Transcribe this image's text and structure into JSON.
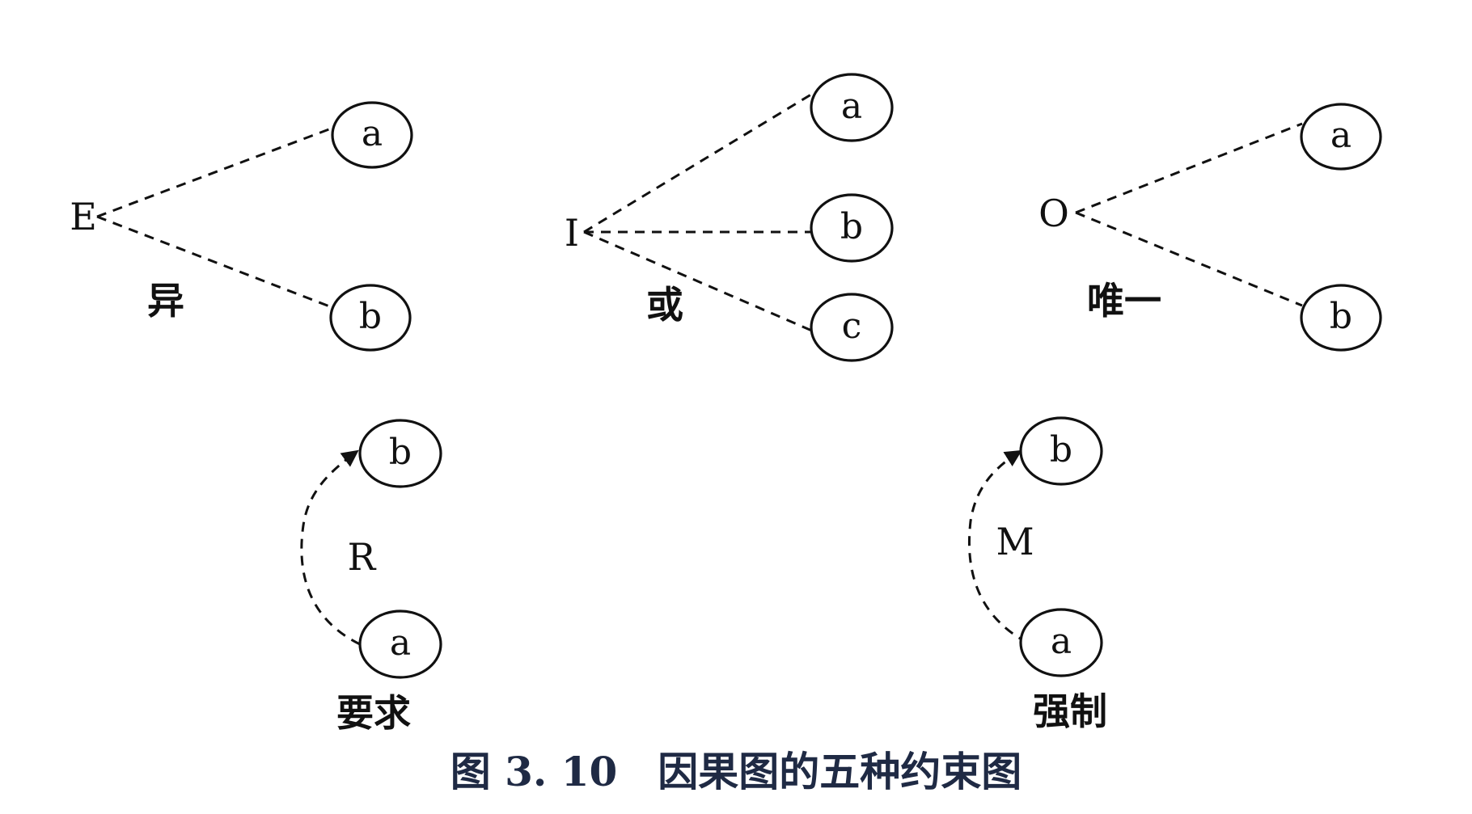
{
  "caption": "图 3. 10　因果图的五种约束图",
  "constraints": {
    "exclusive": {
      "symbol": "E",
      "label": "异",
      "nodes": [
        "a",
        "b"
      ]
    },
    "inclusive": {
      "symbol": "I",
      "label": "或",
      "nodes": [
        "a",
        "b",
        "c"
      ]
    },
    "one": {
      "symbol": "O",
      "label": "唯一",
      "nodes": [
        "a",
        "b"
      ]
    },
    "require": {
      "symbol": "R",
      "label": "要求",
      "nodes": [
        "b",
        "a"
      ]
    },
    "mask": {
      "symbol": "M",
      "label": "强制",
      "nodes": [
        "b",
        "a"
      ]
    }
  },
  "colors": {
    "ink": "#111111",
    "caption": "#1f2a44"
  }
}
